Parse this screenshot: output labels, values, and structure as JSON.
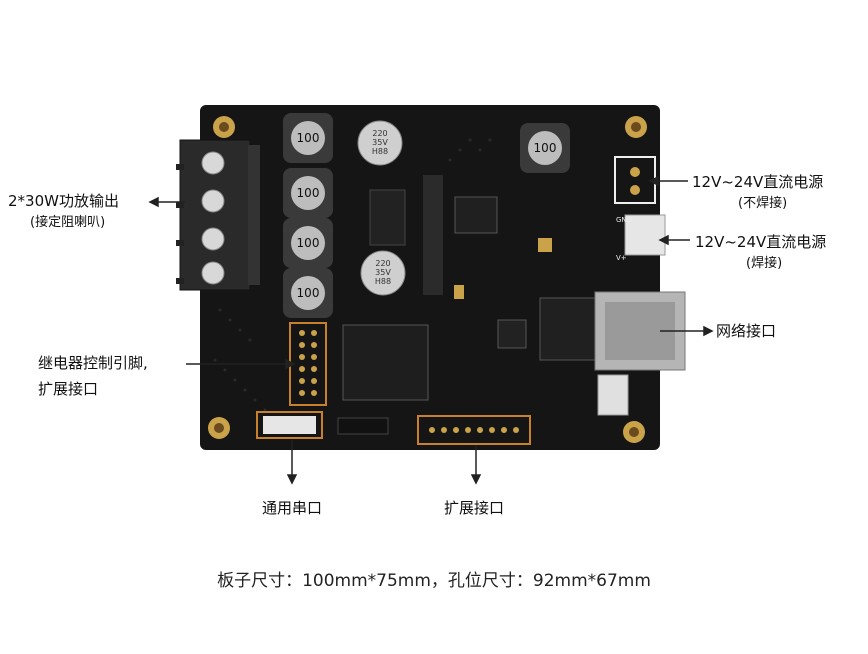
{
  "annotations": {
    "amp_output": {
      "title": "2*30W功放输出",
      "note": "(接定阻喇叭)"
    },
    "power_1": {
      "title": "12V~24V直流电源",
      "note": "(不焊接)"
    },
    "power_2": {
      "title": "12V~24V直流电源",
      "note": "(焊接)"
    },
    "network": {
      "title": "网络接口"
    },
    "relay": {
      "line1": "继电器控制引脚,",
      "line2": "扩展接口"
    },
    "uart": {
      "title": "通用串口"
    },
    "expansion": {
      "title": "扩展接口"
    }
  },
  "inductor_marking": "100",
  "capacitor_marking": [
    "220",
    "35V",
    "H88"
  ],
  "board_silkscreen": [
    "GND",
    "V+"
  ],
  "caption": "板子尺寸：100mm*75mm，孔位尺寸：92mm*67mm",
  "colors": {
    "pcb": "#141414",
    "gold": "#c9a24a",
    "terminal": "#2a2a2a",
    "orange_frame": "#c8812a",
    "rj45": "#b5b5b5"
  }
}
